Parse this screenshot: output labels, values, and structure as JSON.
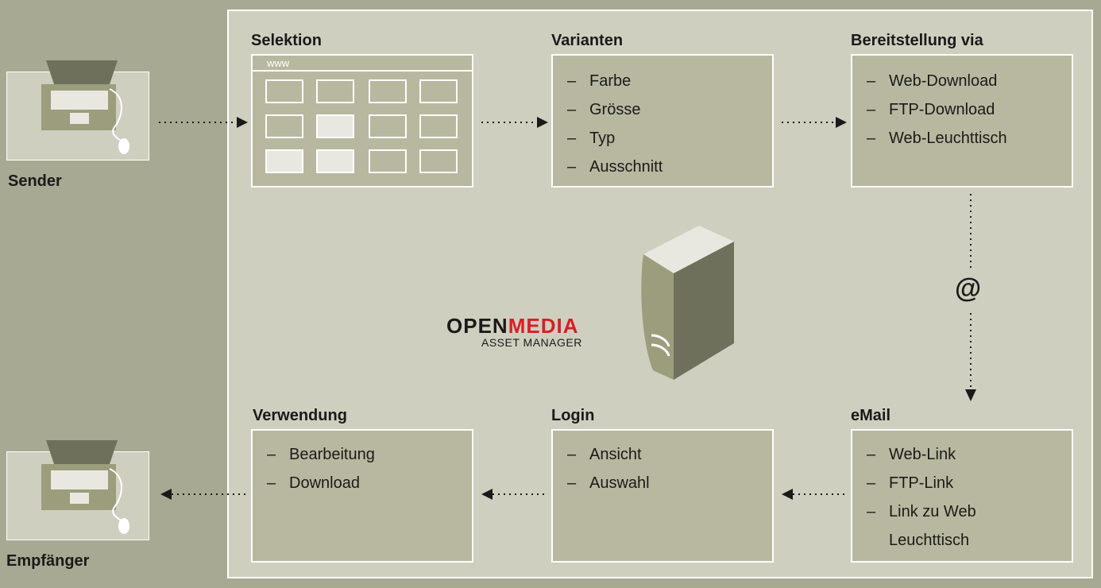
{
  "sender": {
    "label": "Sender"
  },
  "receiver": {
    "label": "Empfänger"
  },
  "selection": {
    "title": "Selektion",
    "browser_url": "www"
  },
  "variants": {
    "title": "Varianten",
    "items": [
      "Farbe",
      "Grösse",
      "Typ",
      "Ausschnitt"
    ]
  },
  "provision": {
    "title": "Bereitstellung via",
    "items": [
      "Web-Download",
      "FTP-Download",
      "Web-Leuchttisch"
    ]
  },
  "email": {
    "title": "eMail",
    "items": [
      "Web-Link",
      "FTP-Link",
      "Link zu Web",
      "Leuchttisch"
    ],
    "connector_symbol": "@"
  },
  "login": {
    "title": "Login",
    "items": [
      "Ansicht",
      "Auswahl"
    ]
  },
  "usage": {
    "title": "Verwendung",
    "items": [
      "Bearbeitung",
      "Download"
    ]
  },
  "logo": {
    "brand_part1": "OPEN",
    "brand_part2": "MEDIA",
    "tagline": "ASSET MANAGER"
  },
  "colors": {
    "background": "#a8a992",
    "panel": "#cfcfc0",
    "box": "#b8b8a0",
    "accent": "#d81f26"
  }
}
